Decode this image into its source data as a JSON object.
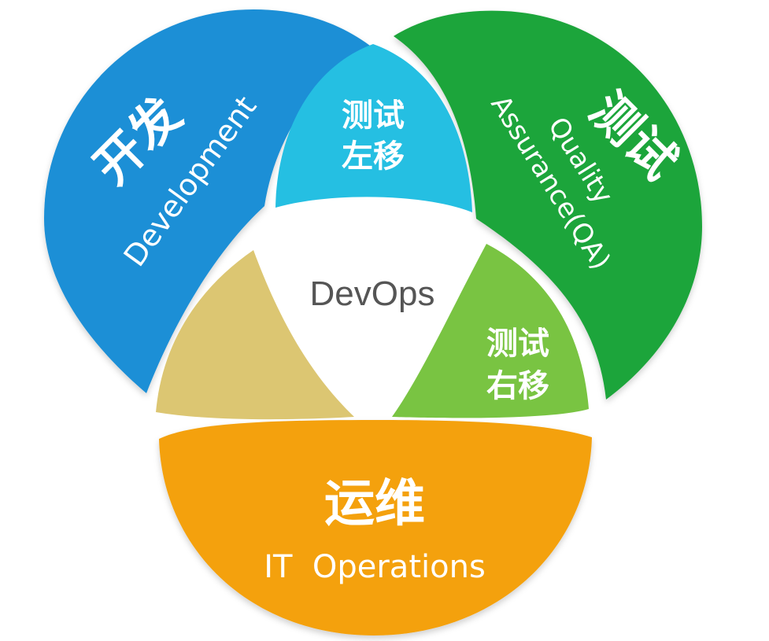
{
  "diagram": {
    "center": "DevOps",
    "petals": {
      "development": {
        "cn": "开发",
        "en": "Development"
      },
      "qa": {
        "cn": "测试",
        "en_line1": "Quality",
        "en_line2": "Assurance(QA)"
      },
      "operations": {
        "cn": "运维",
        "en": "IT  Operations"
      }
    },
    "overlaps": {
      "shift_left": {
        "line1": "测试",
        "line2": "左移"
      },
      "shift_right": {
        "line1": "测试",
        "line2": "右移"
      },
      "dev_ops": {}
    }
  },
  "colors": {
    "development": "#1b8fd6",
    "qa": "#1fa53a",
    "operations": "#f4a10d",
    "shift_left": "#25bfe2",
    "shift_right": "#79c442",
    "dev_ops": "#dcc672",
    "gap": "#ffffff",
    "center_text": "#555555"
  }
}
